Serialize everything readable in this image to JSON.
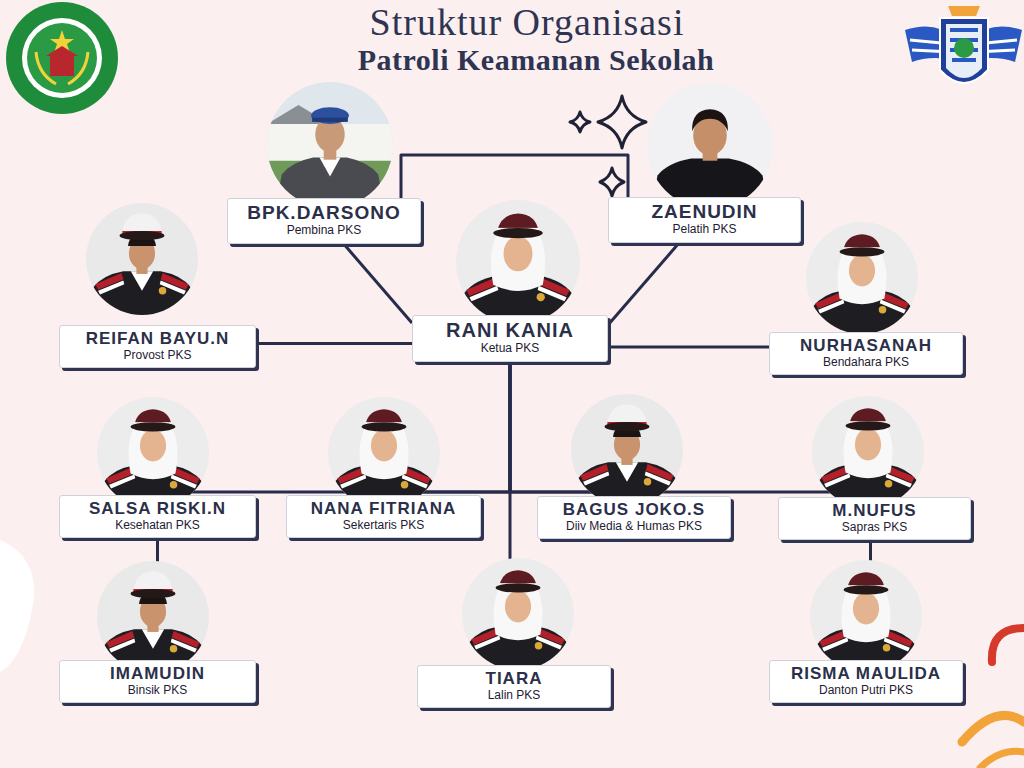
{
  "diagram": {
    "title": "Struktur Organisasi",
    "nodes": [
      {
        "text": [
          "BPK.DARSONO",
          "Pembina PKS"
        ]
      },
      {
        "text": [
          "ZAENUDIN",
          "Pelatih PKS"
        ]
      },
      {
        "text": [
          "REIFAN BAYU.N",
          "Provost PKS"
        ]
      },
      {
        "text": [
          "RANI KANIA",
          "Ketua PKS"
        ]
      },
      {
        "text": [
          "NURHASANAH",
          "Bendahara PKS"
        ]
      },
      {
        "text": [
          "SALSA RISKI.N",
          "Kesehatan PKS"
        ]
      },
      {
        "text": [
          "NANA FITRIANA",
          "Sekertaris PKS"
        ]
      },
      {
        "text": [
          "BAGUS JOKO.S",
          "Diiv Media & Humas PKS"
        ]
      },
      {
        "text": [
          "M.NUFUS",
          "Sapras PKS"
        ]
      },
      {
        "text": [
          "IMAMUDIN",
          "Binsik PKS"
        ]
      },
      {
        "text": [
          "TIARA",
          "Lalin PKS"
        ]
      },
      {
        "text": [
          "RISMA MAULIDA",
          "Danton Putri PKS"
        ]
      }
    ],
    "edges": [
      {
        "from": 0,
        "to": 1,
        "arrow": "none"
      },
      {
        "from": 0,
        "to": 3,
        "arrow": "none"
      },
      {
        "from": 1,
        "to": 3,
        "arrow": "none"
      },
      {
        "from": 3,
        "to": 2,
        "arrow": "none"
      },
      {
        "from": 3,
        "to": 4,
        "arrow": "none"
      },
      {
        "from": 3,
        "to": 5,
        "arrow": "none"
      },
      {
        "from": 3,
        "to": 6,
        "arrow": "none"
      },
      {
        "from": 3,
        "to": 7,
        "arrow": "none"
      },
      {
        "from": 3,
        "to": 8,
        "arrow": "none"
      },
      {
        "from": 3,
        "to": 10,
        "arrow": "none"
      },
      {
        "from": 5,
        "to": 9,
        "arrow": "none"
      },
      {
        "from": 8,
        "to": 11,
        "arrow": "none"
      }
    ],
    "labels": [
      "Patroli Keamanan Sekolah"
    ]
  }
}
